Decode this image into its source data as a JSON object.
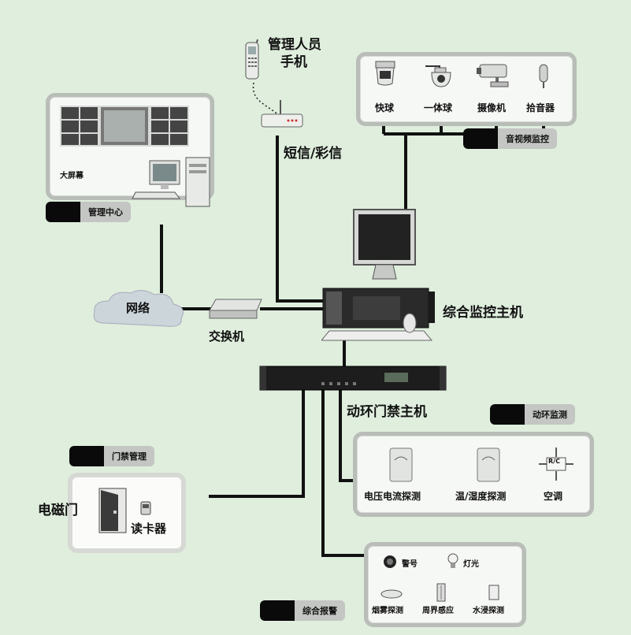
{
  "mgmt_phone": {
    "line1": "管理人员",
    "line2": "手机"
  },
  "sms": "短信/彩信",
  "av": {
    "items": [
      "快球",
      "一体球",
      "摄像机",
      "拾音器"
    ],
    "tag": "音视频监控"
  },
  "center": {
    "screen": "大屏幕",
    "tag": "管理中心"
  },
  "network": "网络",
  "switch": "交换机",
  "host": "综合监控主机",
  "env_host": "动环门禁主机",
  "env": {
    "tag": "动环监测",
    "items": [
      "电压电流探测",
      "温/湿度探测",
      "空调"
    ],
    "ac_label": "R/C"
  },
  "access": {
    "tag": "门禁管理",
    "door": "电磁门",
    "reader": "读卡器"
  },
  "alarm": {
    "tag": "综合报警",
    "items": [
      "警号",
      "灯光",
      "烟雾探测",
      "周界感应",
      "水浸探测"
    ]
  }
}
